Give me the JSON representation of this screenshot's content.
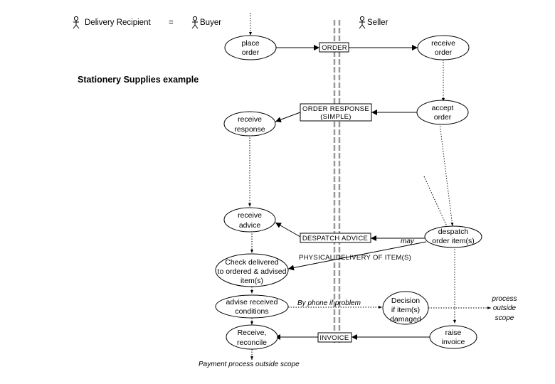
{
  "title": "Stationery Supplies example",
  "actors": {
    "delivery_recipient": "Delivery Recipient",
    "equals": "=",
    "buyer": "Buyer",
    "seller": "Seller"
  },
  "buyer_activities": {
    "place_order": [
      "place",
      "order"
    ],
    "receive_response": [
      "receive",
      "response"
    ],
    "receive_advice": [
      "receive",
      "advice"
    ],
    "check_delivered": [
      "Check delivered",
      "to ordered & advised",
      "item(s)"
    ],
    "advise_received": [
      "advise received",
      "conditions"
    ],
    "receive_reconcile": [
      "Receive,",
      "reconcile"
    ]
  },
  "seller_activities": {
    "receive_order": [
      "receive",
      "order"
    ],
    "accept_order": [
      "accept",
      "order"
    ],
    "despatch": [
      "despatch",
      "order item(s)"
    ],
    "decision": [
      "Decision",
      "if item(s)",
      "damaged"
    ],
    "raise_invoice": [
      "raise",
      "invoice"
    ]
  },
  "messages": {
    "order": "ORDER",
    "order_response": [
      "ORDER RESPONSE",
      "(SIMPLE)"
    ],
    "despatch_advice": "DESPATCH ADVICE",
    "invoice": "INVOICE"
  },
  "annotations": {
    "may": "may",
    "physical_delivery": "PHYSICAL DELIVERY OF ITEM(S)",
    "by_phone": "By phone if problem",
    "process_outside_scope": [
      "process",
      "outside",
      "scope"
    ],
    "payment_outside_scope": "Payment process outside scope"
  }
}
